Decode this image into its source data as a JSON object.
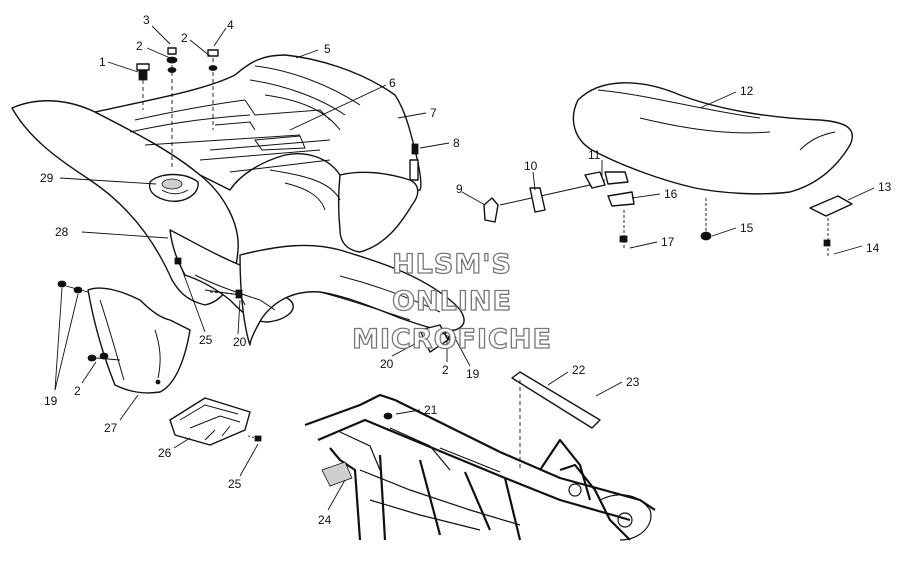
{
  "watermark": {
    "line1": "HLSM'S",
    "line2": "ONLINE",
    "line3": "MICROFICHE"
  },
  "callouts": [
    "1",
    "2",
    "3",
    "2",
    "4",
    "5",
    "6",
    "7",
    "8",
    "29",
    "28",
    "25",
    "20",
    "19",
    "2",
    "27",
    "26",
    "25",
    "9",
    "10",
    "11",
    "12",
    "13",
    "14",
    "15",
    "16",
    "17",
    "20",
    "2",
    "19",
    "21",
    "22",
    "23",
    "24"
  ]
}
